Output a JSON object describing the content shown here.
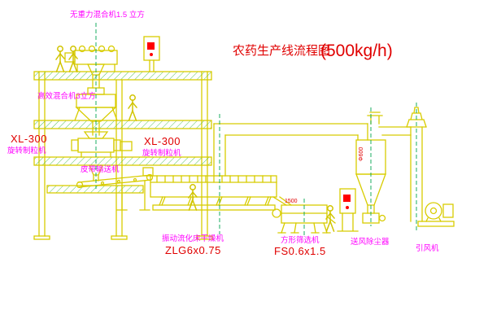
{
  "title": {
    "main": "农药生产线流程图",
    "capacity": "(500kg/h)"
  },
  "labels": {
    "top_mixer": "无重力混合机1.5 立方",
    "mixer_3m3": "高效混合机3立方",
    "granulator_left_model": "XL-300",
    "granulator_left_name": "旋转制粒机",
    "granulator_center_model": "XL-300",
    "granulator_center_name": "旋转制粒机",
    "belt_conveyor": "皮带输送机",
    "dryer_name": "振动流化床干燥机",
    "dryer_model": "ZLG6x0.75",
    "sieve_name": "方形筛选机",
    "sieve_model": "FS0.6x1.5",
    "dust_collector": "送风除尘器",
    "fan": "引风机"
  },
  "dimensions": {
    "cyclone_diameter": "Φ600",
    "sieve_width": "1500"
  },
  "colors": {
    "drawing_line": "#d8cc00",
    "label_text": "#ff00ff",
    "accent_text": "#e00000",
    "centerline": "#00a650",
    "hatch": "#44bb44",
    "background": "#ffffff"
  }
}
